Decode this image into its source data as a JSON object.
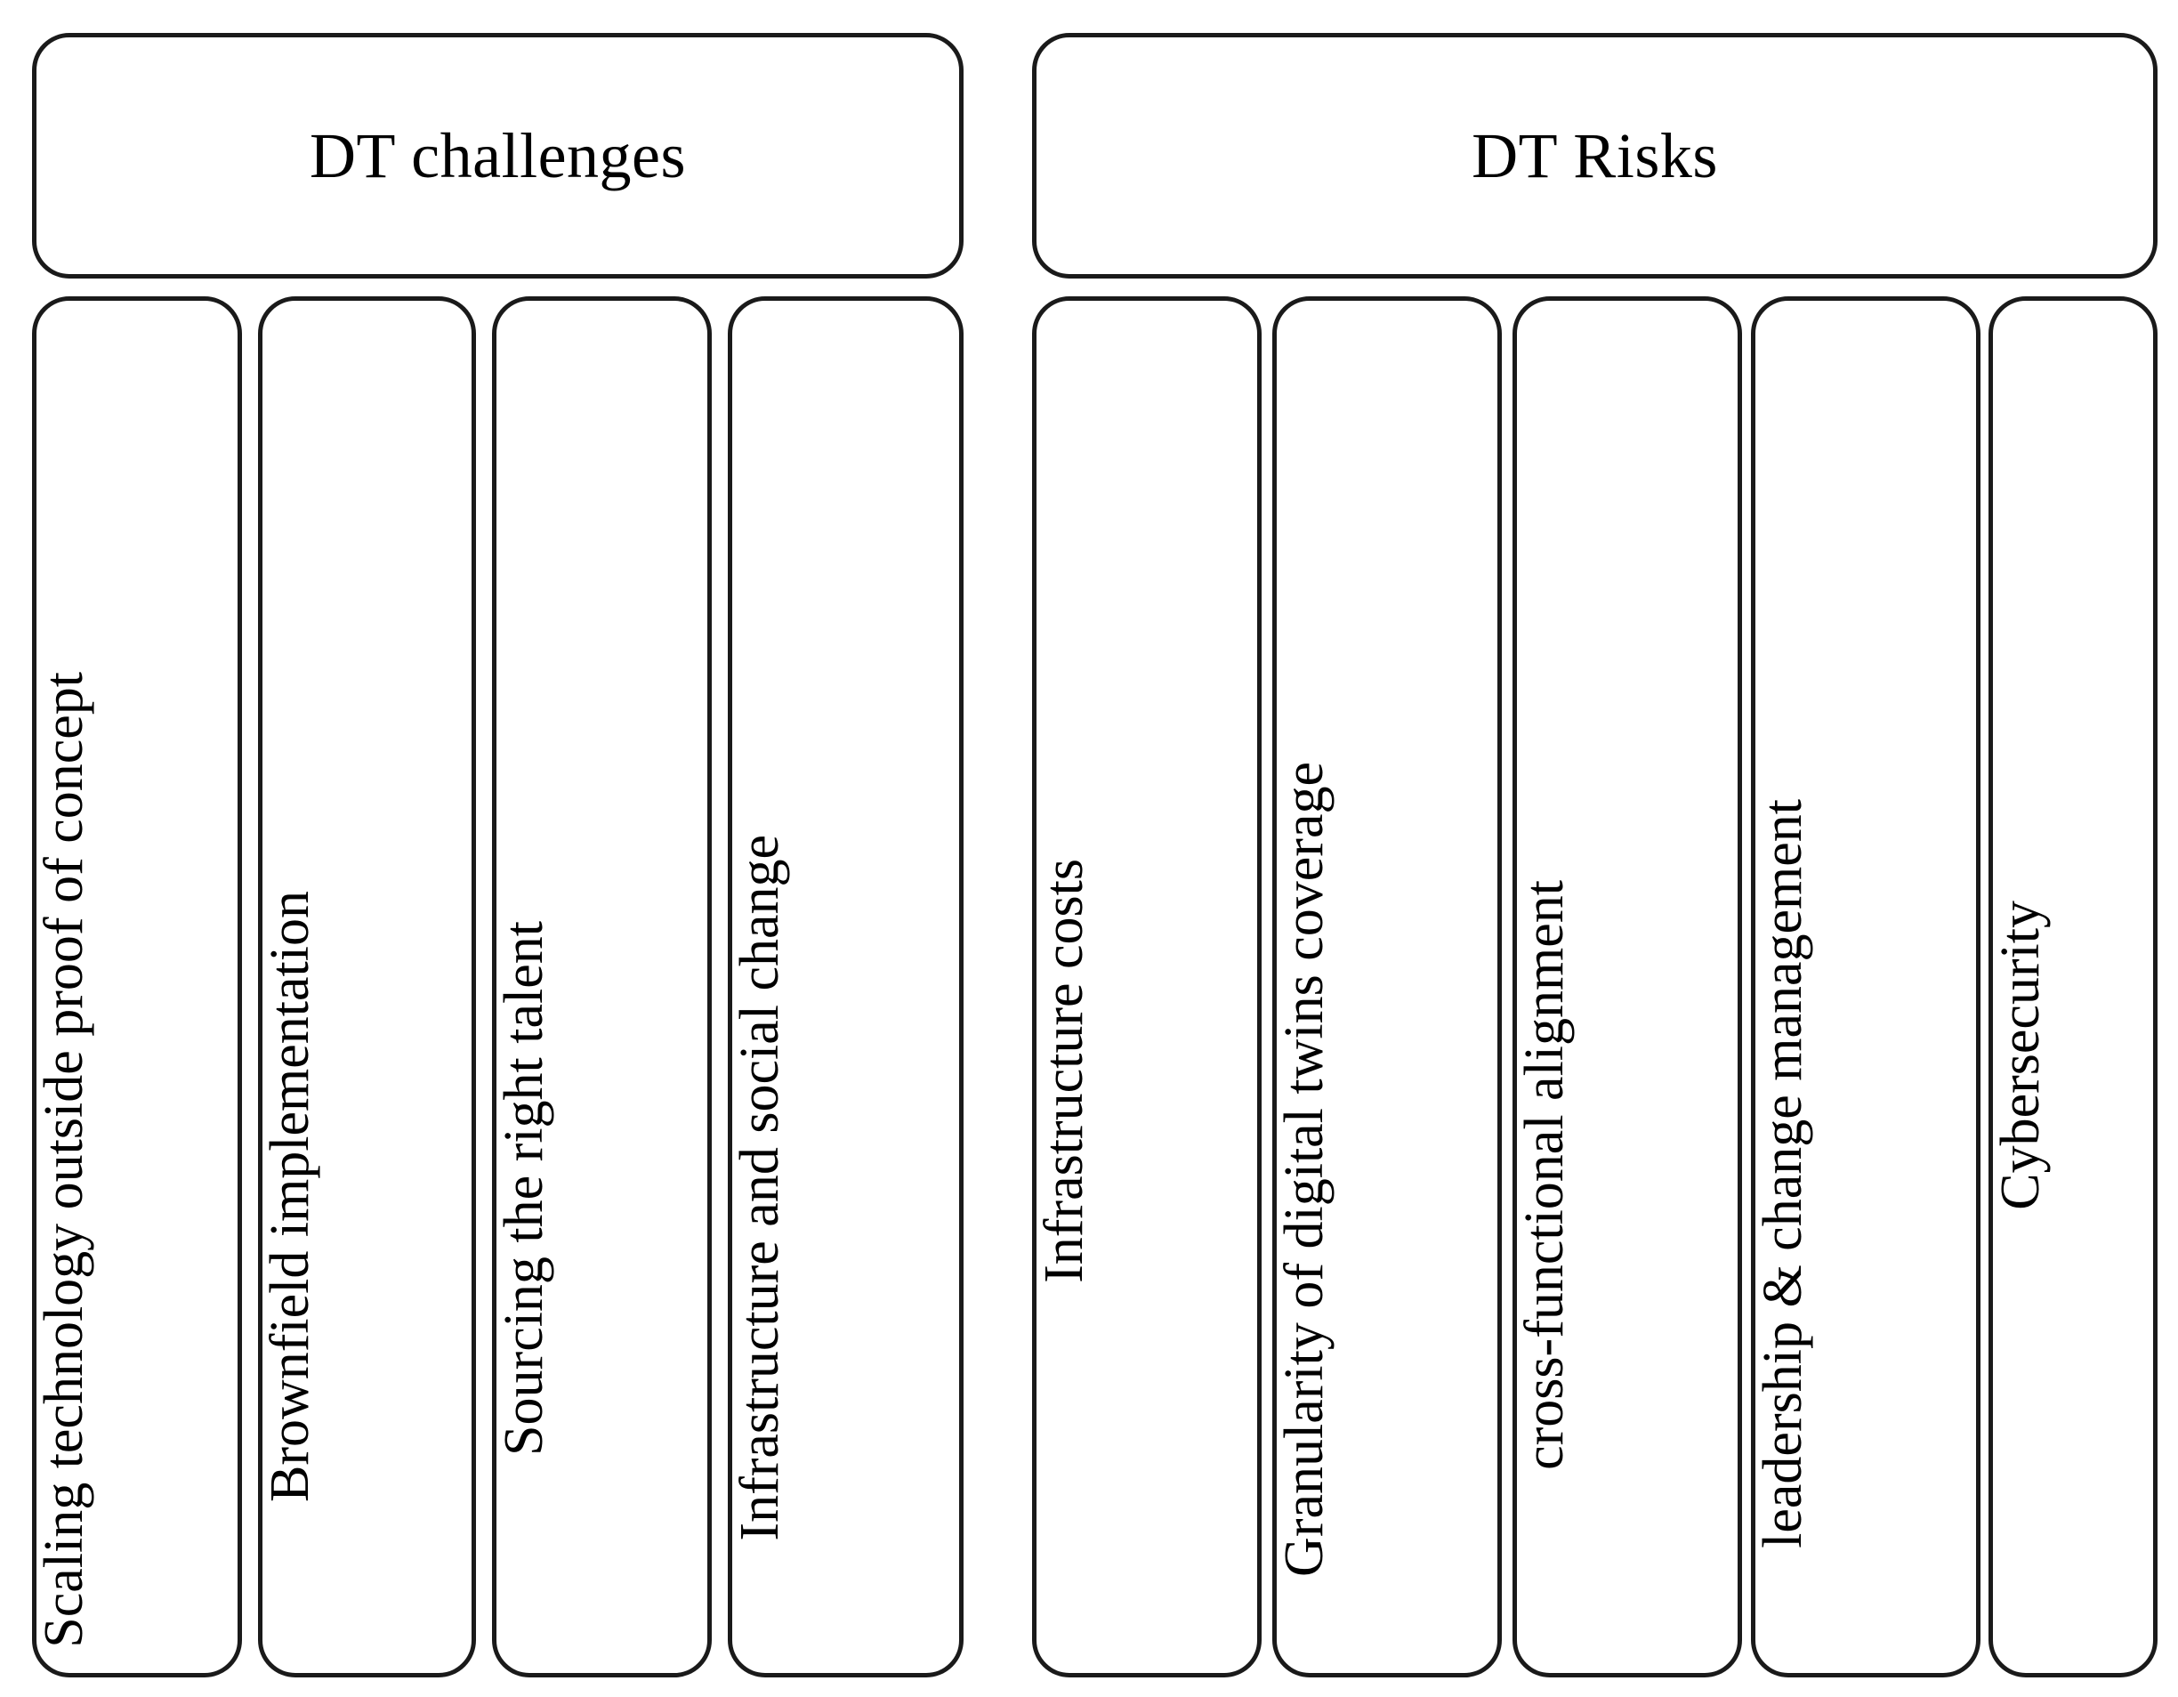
{
  "diagram": {
    "title_left": "DT challenges",
    "title_right": "DT Risks",
    "groups": [
      {
        "id": "dt-challenges",
        "header": "DT challenges",
        "items": [
          "Scaling technology outside proof of concept",
          "Brownfield implementation",
          "Sourcing the right talent",
          "Infrastructure and social change"
        ]
      },
      {
        "id": "dt-risks",
        "header": "DT Risks",
        "items": [
          "Infrastructure costs",
          "Granularity of digital twins coverage",
          "cross-functional alignment",
          "leadership & change management",
          "Cybersecurity"
        ]
      }
    ],
    "colors": {
      "stroke": "#1a1a1a",
      "fill": "#ffffff",
      "text": "#000000"
    }
  }
}
